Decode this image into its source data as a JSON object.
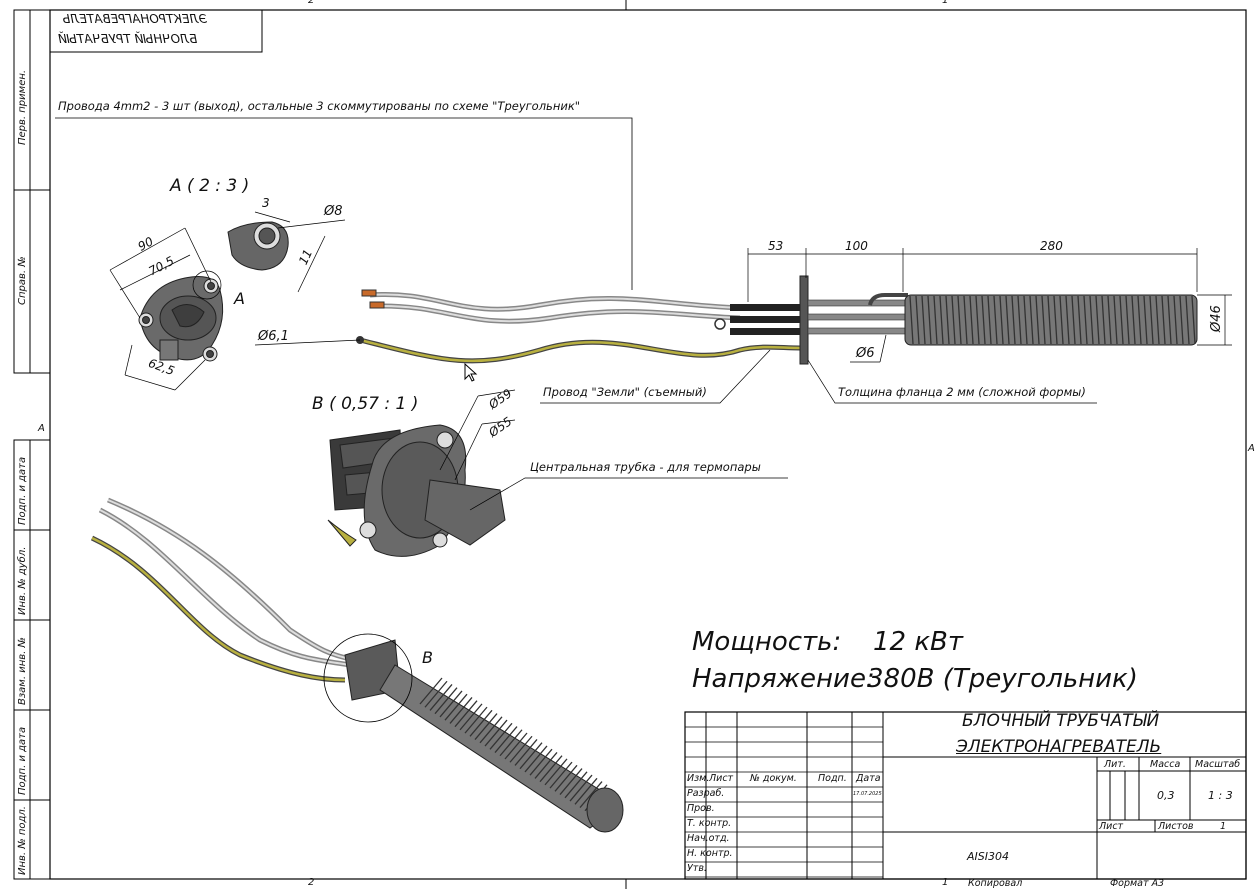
{
  "title_box": {
    "mirror_title_line1": "БЛОЧНЫЙ ТРУБЧАТЫЙ",
    "mirror_title_line2": "ЭЛЕКТРОНАГРЕВАТЕЛЬ"
  },
  "zone_marks": {
    "top_left": "2",
    "top_right": "1",
    "bottom_left": "2",
    "bottom_right": "1",
    "side_left": "A",
    "side_right": "A"
  },
  "left_strip": {
    "perv_primen": "Перв. примен.",
    "sprav_no": "Справ. №",
    "podp_data_1": "Подп. и дата",
    "inv_dubl": "Инв. № дубл.",
    "vzam_inv": "Взам. инв. №",
    "podp_data_2": "Подп. и дата",
    "inv_podl": "Инв. № подл."
  },
  "annotations": {
    "wires_note": "Провода 4mm2 - 3 шт (выход), остальные 3 скоммутированы по схеме \"Треугольник\"",
    "view_a_title": "A ( 2 : 3 )",
    "view_a_label": "A",
    "view_b_title": "B ( 0,57 : 1 )",
    "view_b_label": "B",
    "ground_wire": "Провод \"Земли\" (съемный)",
    "flange_thickness": "Толщина фланца 2 мм (сложной формы)",
    "thermocouple_tube": "Центральная трубка - для термопары"
  },
  "dimensions": {
    "d90": "90",
    "d70_5": "70,5",
    "d62_5": "62,5",
    "d3": "3",
    "d8": "Ø8",
    "d11": "11",
    "d6_1": "Ø6,1",
    "d53": "53",
    "d100": "100",
    "d280": "280",
    "d46": "Ø46",
    "d6": "Ø6",
    "d59": "Ø59",
    "d55": "Ø55"
  },
  "specs": {
    "power_label": "Мощность:",
    "power_value": "12 кВт",
    "voltage_label": "Напряжение:",
    "voltage_value": "380В (Треугольник)"
  },
  "stamp": {
    "title_line1": "БЛОЧНЫЙ ТРУБЧАТЫЙ",
    "title_line2": "ЭЛЕКТРОНАГРЕВАТЕЛЬ",
    "col_izm": "Изм.",
    "col_list": "Лист",
    "col_doc": "№ докум.",
    "col_podp": "Подп.",
    "col_data": "Дата",
    "rows": [
      "Разраб.",
      "Пров.",
      "Т. контр.",
      "Нач.отд.",
      "Н. контр.",
      "Утв."
    ],
    "date_value": "17.07.2025",
    "lit": "Лит.",
    "mass": "Масса",
    "scale": "Масштаб",
    "mass_value": "0,3",
    "scale_value": "1 : 3",
    "sheet": "Лист",
    "sheets": "Листов",
    "sheets_value": "1",
    "material": "AISI304"
  },
  "bottom": {
    "copied": "Копировал",
    "format": "Формат A3"
  }
}
